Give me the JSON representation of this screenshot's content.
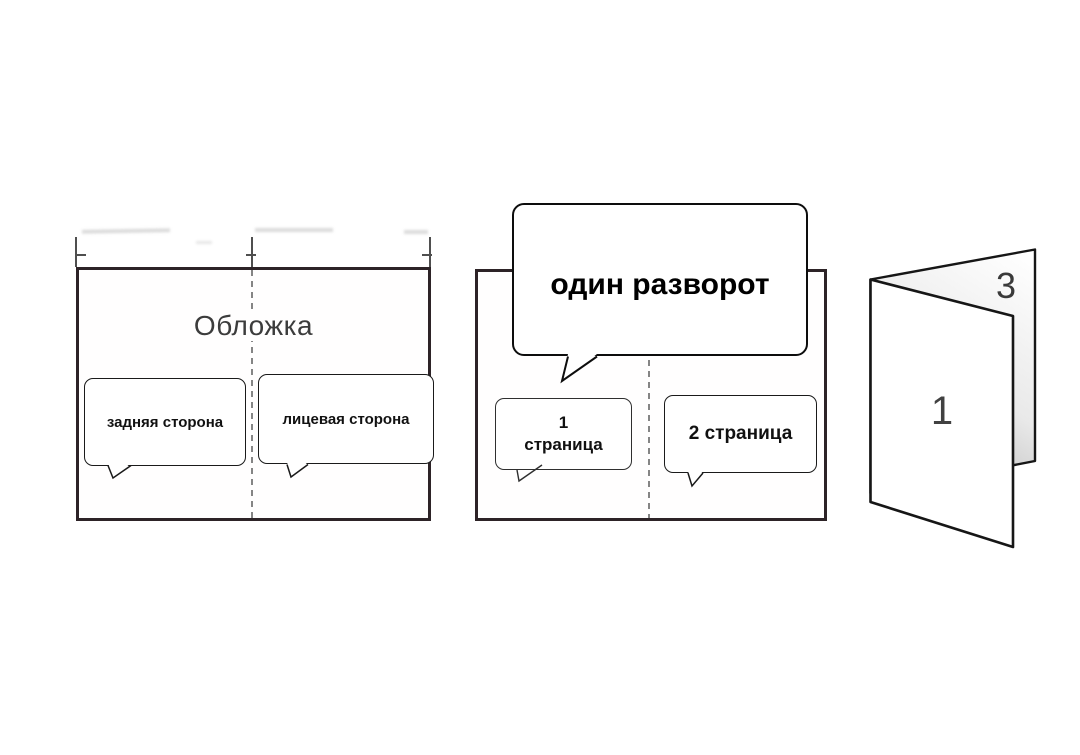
{
  "cover_panel": {
    "title": "Обложка",
    "bubbles": {
      "back": "задняя сторона",
      "front": "лицевая сторона"
    }
  },
  "spread_panel": {
    "callout": "один разворот",
    "page1": {
      "line1": "1",
      "line2": "страница"
    },
    "page2": "2 страница"
  },
  "folded_panel": {
    "front_page": "1",
    "back_page": "3"
  },
  "colors": {
    "sheet_border": "#2d2327",
    "fold_dash": "#858585",
    "bubble_border": "#1a1a1a",
    "card_line": "#161616",
    "card_shade": "#b2b2b2",
    "text_muted": "#3c3c3c"
  }
}
